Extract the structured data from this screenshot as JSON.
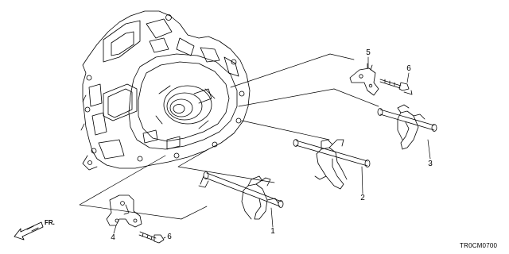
{
  "diagram": {
    "callouts": [
      {
        "id": "1",
        "label": "1"
      },
      {
        "id": "2",
        "label": "2"
      },
      {
        "id": "3",
        "label": "3"
      },
      {
        "id": "4",
        "label": "4"
      },
      {
        "id": "5",
        "label": "5"
      },
      {
        "id": "6a",
        "label": "6"
      },
      {
        "id": "6b",
        "label": "6"
      }
    ],
    "direction_label": "FR.",
    "diagram_code": "TR0CM0700"
  }
}
